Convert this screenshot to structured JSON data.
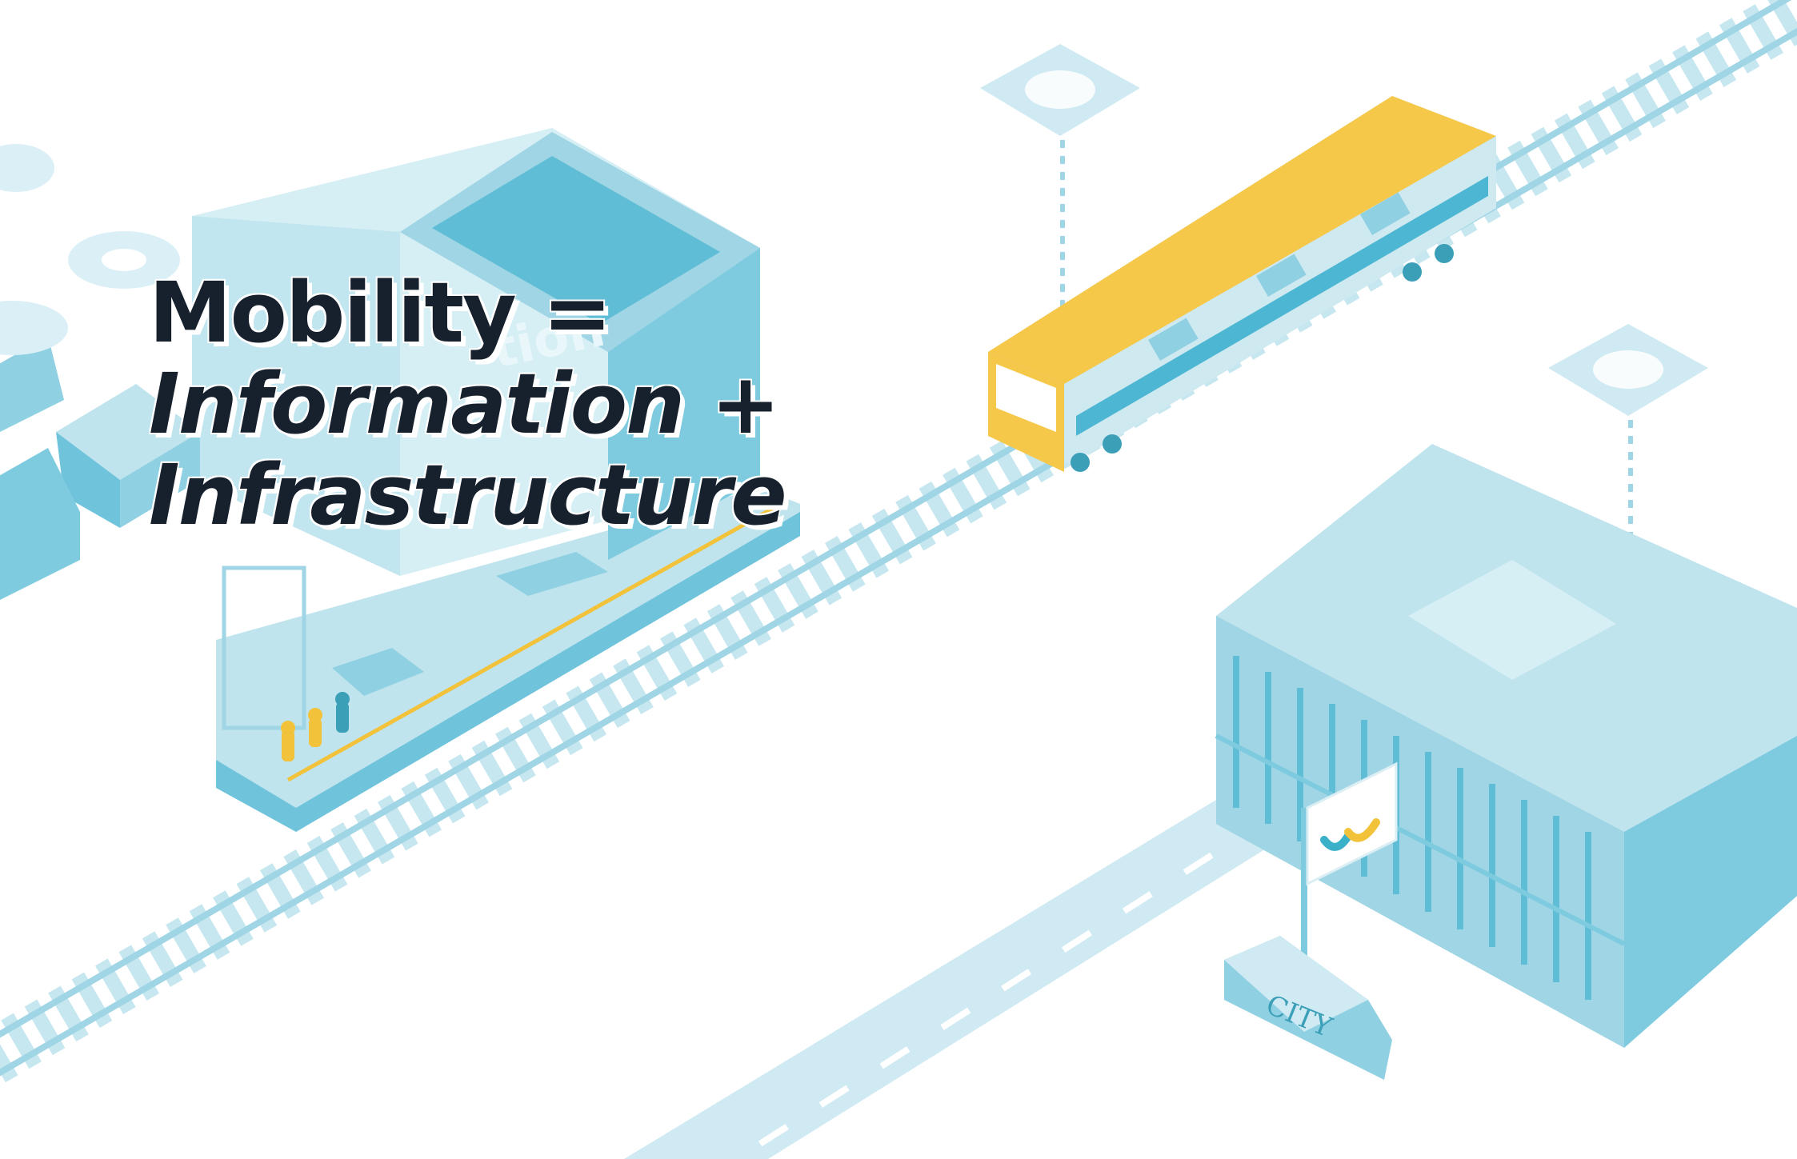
{
  "headline": {
    "line1": "Mobility =",
    "line2": "Information +",
    "line3": "Infrastructure"
  },
  "station": {
    "sign_text": "tion"
  },
  "city_sign": {
    "text": "CITY"
  },
  "colors": {
    "background": "#ffffff",
    "headline_text": "#17202d",
    "light_blue": "#c9e8f1",
    "mid_blue": "#8fd0e2",
    "deep_blue": "#4db7d3",
    "train_yellow": "#f5c84a",
    "accent_yellow": "#f2c23a"
  }
}
